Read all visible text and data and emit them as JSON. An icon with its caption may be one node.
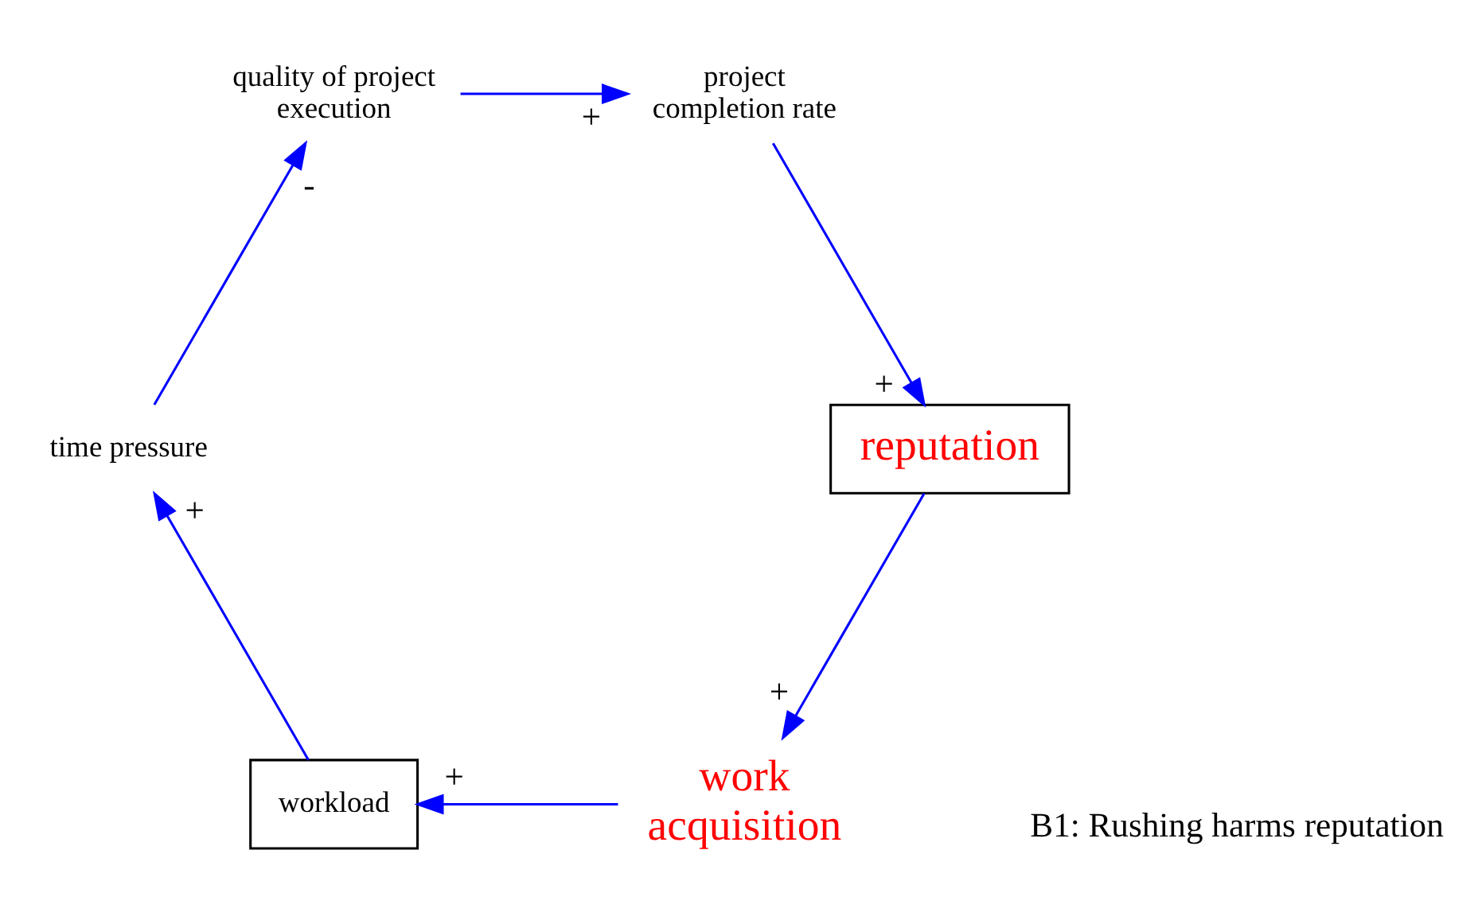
{
  "diagram": {
    "nodes": [
      {
        "text": [
          "work acquisition"
        ]
      },
      {
        "text": [
          "workload"
        ]
      },
      {
        "text": [
          "time pressure"
        ]
      },
      {
        "text": [
          "quality of project execution"
        ]
      },
      {
        "text": [
          "project completion rate"
        ]
      },
      {
        "text": [
          "reputation"
        ]
      }
    ],
    "edges": [
      {
        "from": 0,
        "to": 1,
        "arrow": "to",
        "label": "+"
      },
      {
        "from": 1,
        "to": 2,
        "arrow": "to",
        "label": "+"
      },
      {
        "from": 2,
        "to": 3,
        "arrow": "to",
        "label": "-"
      },
      {
        "from": 3,
        "to": 4,
        "arrow": "to",
        "label": "+"
      },
      {
        "from": 4,
        "to": 5,
        "arrow": "to",
        "label": "+"
      },
      {
        "from": 5,
        "to": 0,
        "arrow": "to",
        "label": "+"
      }
    ],
    "labels": [
      "B1: Rushing harms reputation"
    ]
  }
}
